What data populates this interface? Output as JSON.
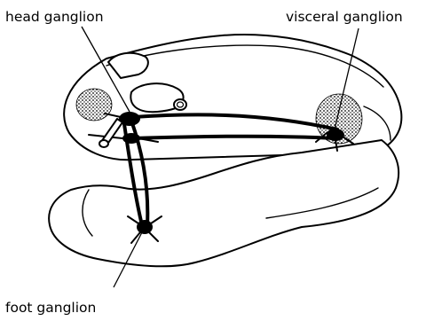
{
  "labels": {
    "head_ganglion": "head ganglion",
    "visceral_ganglion": "visceral ganglion",
    "foot_ganglion": "foot ganglion"
  }
}
